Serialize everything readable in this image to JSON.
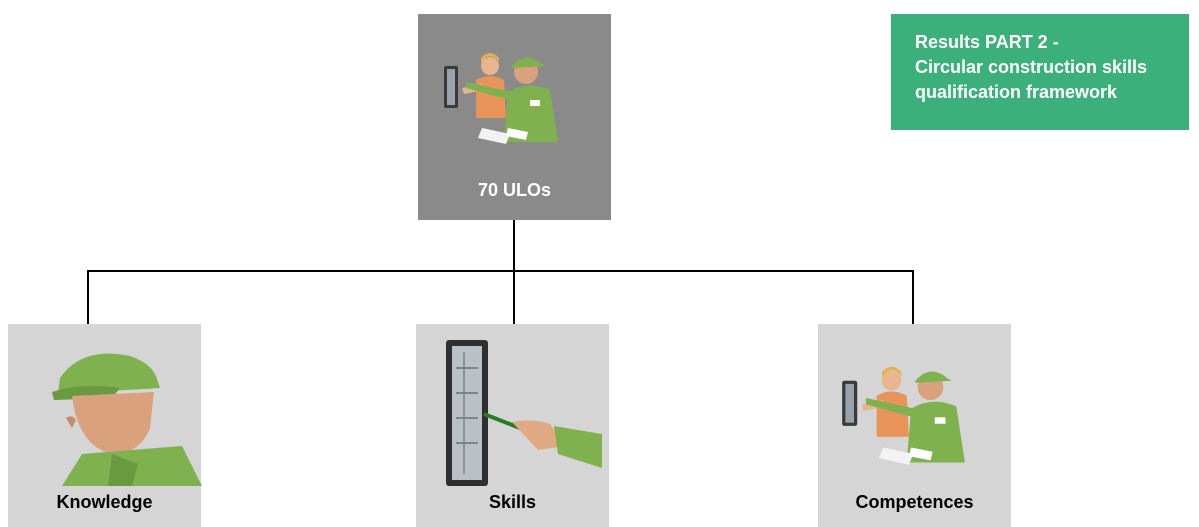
{
  "title_box": {
    "lines": [
      "Results PART 2 -",
      "Circular construction skills",
      "qualification framework"
    ],
    "color": "#3bb07a"
  },
  "root": {
    "label": "70 ULOs",
    "illustration": "workers-at-panel-icon"
  },
  "children": [
    {
      "label": "Knowledge",
      "illustration": "worker-head-icon"
    },
    {
      "label": "Skills",
      "illustration": "hand-writing-on-panel-icon"
    },
    {
      "label": "Competences",
      "illustration": "workers-at-panel-icon"
    }
  ],
  "colors": {
    "root_box": "#8a8a8a",
    "child_box": "#d5d5d5",
    "uniform_green": "#7fb24f"
  }
}
